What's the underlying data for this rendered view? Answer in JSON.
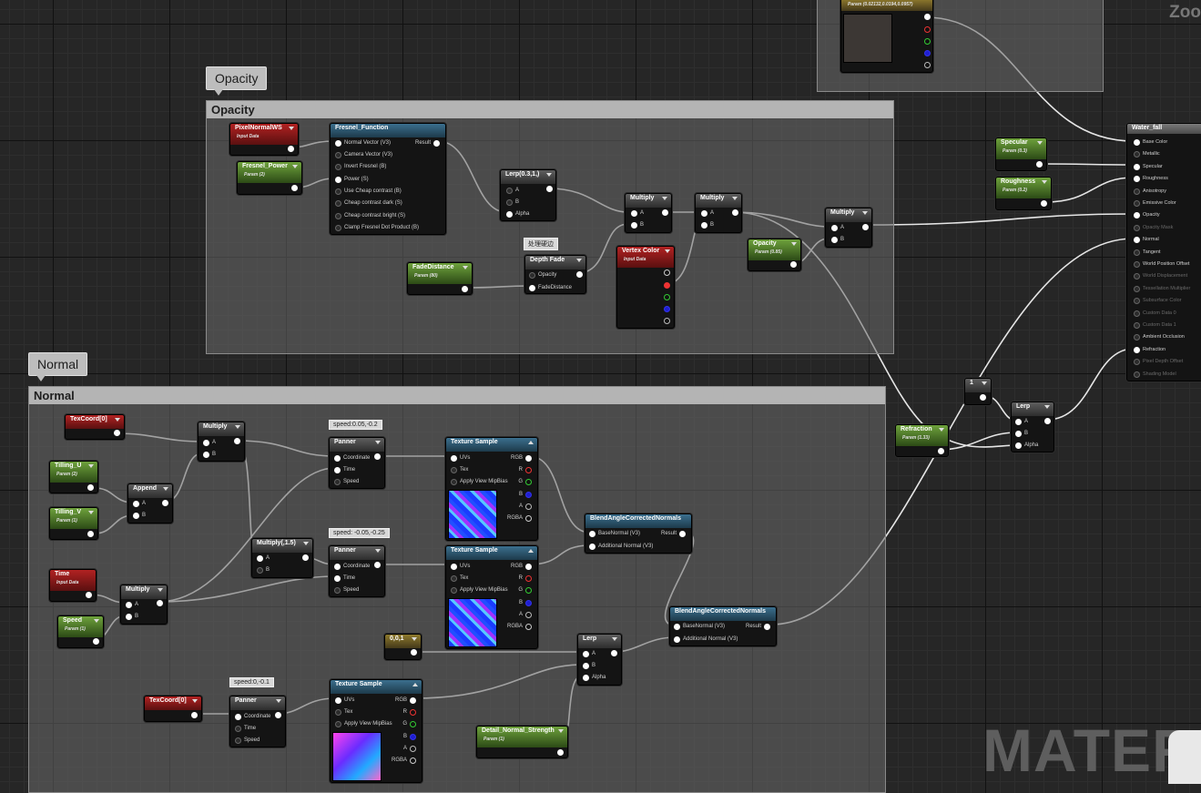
{
  "watermark": {
    "zoom": "Zoo",
    "material": "MATERI"
  },
  "comments": {
    "opacity": {
      "title": "Opacity",
      "bubble": "Opacity"
    },
    "normal": {
      "title": "Normal",
      "bubble": "Normal"
    }
  },
  "tags": {
    "depth": "处理硬边",
    "speed1": "speed:0.05,-0.2",
    "speed2": "speed: -0.05,-0.25",
    "speed3": "speed:0,-0.1"
  },
  "nodes": {
    "top_param": {
      "sub": "Param (0.02132,0.0194,0.0957)"
    },
    "pixel_normal": {
      "title": "PixelNormalWS",
      "sub": "Input Data"
    },
    "fresnel_power": {
      "title": "Fresnel_Power",
      "sub": "Param (2)"
    },
    "fresnel_fn": {
      "title": "Fresnel_Function",
      "result": "Result",
      "inputs": [
        "Normal Vector (V3)",
        "Camera Vector (V3)",
        "Invert Fresnel (B)",
        "Power (S)",
        "Use Cheap contrast (B)",
        "Cheap contrast dark (S)",
        "Cheap contrast bright (S)",
        "Clamp Fresnel Dot Product (B)"
      ]
    },
    "lerp_op": {
      "title": "Lerp(0.3,1,)"
    },
    "mult_op1": {
      "title": "Multiply"
    },
    "mult_op2": {
      "title": "Multiply"
    },
    "mult_op3": {
      "title": "Multiply"
    },
    "fade_distance": {
      "title": "FadeDistance",
      "sub": "Param (80)"
    },
    "depth_fade": {
      "title": "Depth Fade",
      "in1": "Opacity",
      "in2": "FadeDistance"
    },
    "vertex_color": {
      "title": "Vertex Color",
      "sub": "Input Data"
    },
    "opacity_param": {
      "title": "Opacity",
      "sub": "Param (0.85)"
    },
    "specular": {
      "title": "Specular",
      "sub": "Param (0.3)"
    },
    "roughness": {
      "title": "Roughness",
      "sub": "Param (0.2)"
    },
    "material": {
      "title": "Water_fall",
      "inputs": [
        {
          "label": "Base Color",
          "conn": true
        },
        {
          "label": "Metallic",
          "conn": false
        },
        {
          "label": "Specular",
          "conn": true
        },
        {
          "label": "Roughness",
          "conn": true
        },
        {
          "label": "Anisotropy",
          "conn": false
        },
        {
          "label": "Emissive Color",
          "conn": false
        },
        {
          "label": "Opacity",
          "conn": true
        },
        {
          "label": "Opacity Mask",
          "conn": false,
          "dim": true
        },
        {
          "label": "Normal",
          "conn": true
        },
        {
          "label": "Tangent",
          "conn": false
        },
        {
          "label": "World Position Offset",
          "conn": false
        },
        {
          "label": "World Displacement",
          "conn": false,
          "dim": true
        },
        {
          "label": "Tessellation Multiplier",
          "conn": false,
          "dim": true
        },
        {
          "label": "Subsurface Color",
          "conn": false,
          "dim": true
        },
        {
          "label": "Custom Data 0",
          "conn": false,
          "dim": true
        },
        {
          "label": "Custom Data 1",
          "conn": false,
          "dim": true
        },
        {
          "label": "Ambient Occlusion",
          "conn": false
        },
        {
          "label": "Refraction",
          "conn": true
        },
        {
          "label": "Pixel Depth Offset",
          "conn": false,
          "dim": true
        },
        {
          "label": "Shading Model",
          "conn": false,
          "dim": true
        }
      ]
    },
    "const_one": {
      "title": "1"
    },
    "lerp_r": {
      "title": "Lerp"
    },
    "refraction": {
      "title": "Refraction",
      "sub": "Param (1.33)"
    },
    "texcoord1": {
      "title": "TexCoord[0]"
    },
    "mult_n1": {
      "title": "Multiply"
    },
    "tilling_u": {
      "title": "Tilling_U",
      "sub": "Param (2)"
    },
    "tilling_v": {
      "title": "Tilling_V",
      "sub": "Param (1)"
    },
    "append": {
      "title": "Append"
    },
    "panner1": {
      "title": "Panner"
    },
    "tex1": {
      "title": "Texture Sample"
    },
    "blend1": {
      "title": "BlendAngleCorrectedNormals",
      "in1": "BaseNormal (V3)",
      "in2": "Additional Normal (V3)",
      "result": "Result"
    },
    "mult15": {
      "title": "Multiply(,1.5)"
    },
    "panner2": {
      "title": "Panner"
    },
    "tex2": {
      "title": "Texture Sample"
    },
    "time": {
      "title": "Time",
      "sub": "Input Data"
    },
    "mult_n2": {
      "title": "Multiply"
    },
    "speed": {
      "title": "Speed",
      "sub": "Param (1)"
    },
    "blend2": {
      "title": "BlendAngleCorrectedNormals",
      "in1": "BaseNormal (V3)",
      "in2": "Additional Normal (V3)",
      "result": "Result"
    },
    "const001": {
      "title": "0,0,1"
    },
    "lerp_n": {
      "title": "Lerp"
    },
    "texcoord2": {
      "title": "TexCoord[0]"
    },
    "panner3": {
      "title": "Panner"
    },
    "tex3": {
      "title": "Texture Sample"
    },
    "detail": {
      "title": "Detail_Normal_Strength",
      "sub": "Param (1)"
    }
  },
  "pins": {
    "a": "A",
    "b": "B",
    "alpha": "Alpha",
    "coordinate": "Coordinate",
    "time": "Time",
    "speed": "Speed",
    "uvs": "UVs",
    "tex": "Tex",
    "mip": "Apply View MipBias",
    "rgb": "RGB",
    "r": "R",
    "g": "G",
    "bl": "B",
    "al": "A",
    "rgba": "RGBA"
  },
  "colors": {
    "param": "#4e7a2a",
    "input": "#8e1c1c",
    "function": "#2f5f7a",
    "math": "#464646",
    "constant": "#7a6420"
  }
}
